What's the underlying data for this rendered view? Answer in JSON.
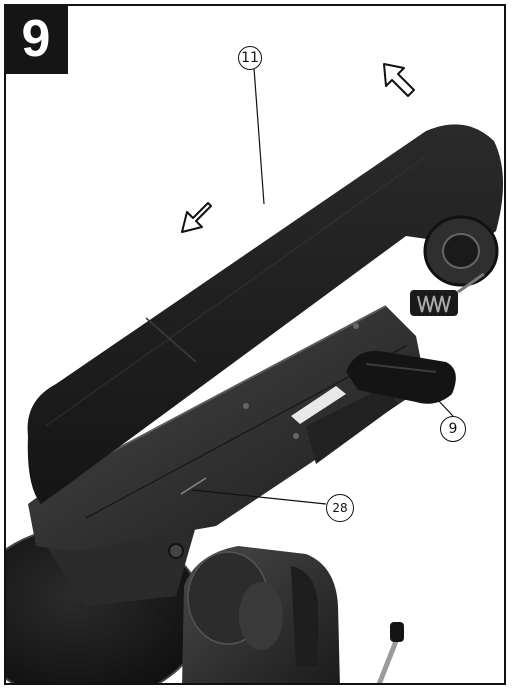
{
  "figure": {
    "number": "9",
    "illustration": "belt-sander-photo"
  },
  "callouts": {
    "belt": "11",
    "knob": "9",
    "scale": "28"
  },
  "colors": {
    "belt": "#1d1d1d",
    "frame": "#2a2a2a",
    "badge": "#151515"
  },
  "icons": [
    "arrow-down-left-icon",
    "arrow-up-left-icon"
  ]
}
